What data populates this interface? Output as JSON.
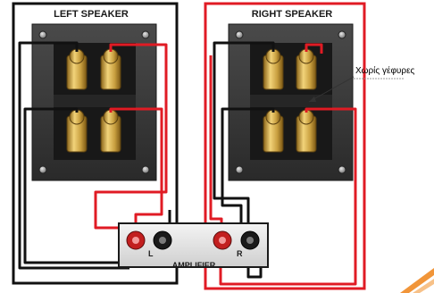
{
  "left_speaker": {
    "title": "LEFT SPEAKER"
  },
  "right_speaker": {
    "title": "RIGHT SPEAKER"
  },
  "amplifier": {
    "title": "AMPLIFIER",
    "left_channel": "L",
    "right_channel": "R"
  },
  "annotation": {
    "text": "Χωρίς γέφυρες"
  },
  "colors": {
    "positive_wire": "#e01b24",
    "negative_wire": "#111111",
    "terminal_panel": "#3a3a3a",
    "gold_post": "#c9a040",
    "accent_stripe": "#f08a24"
  }
}
